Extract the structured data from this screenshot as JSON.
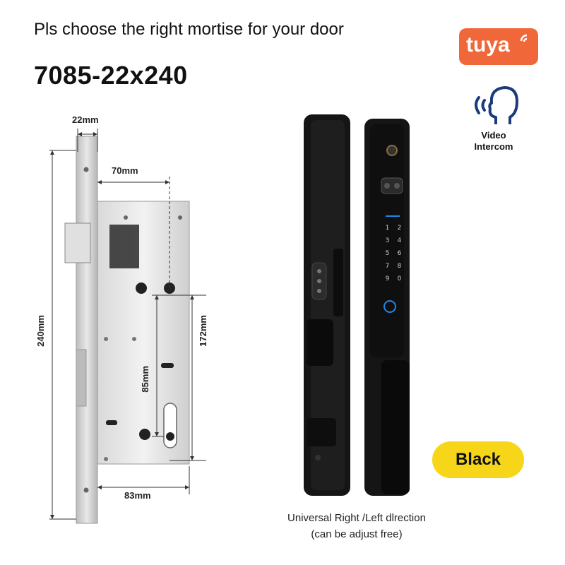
{
  "headline": "Pls choose the right mortise for your door",
  "model": "7085-22x240",
  "brand": {
    "name": "tuya",
    "color": "#f0673a"
  },
  "feature": {
    "icon": "video-intercom-icon",
    "line1": "Video",
    "line2": "Intercom",
    "color": "#1b3b7a"
  },
  "dimensions": {
    "faceplate_width": "22mm",
    "backset": "70mm",
    "height": "240mm",
    "center_distance": "172mm",
    "cylinder_distance": "85mm",
    "body_depth": "83mm"
  },
  "color_option": {
    "label": "Black",
    "color": "#f7d61a"
  },
  "caption": {
    "line1": "Universal Right /Left dlrection",
    "line2": "(can be adjust free)"
  },
  "keypad_keys": [
    "1",
    "2",
    "3",
    "4",
    "5",
    "6",
    "7",
    "8",
    "9",
    "0"
  ]
}
